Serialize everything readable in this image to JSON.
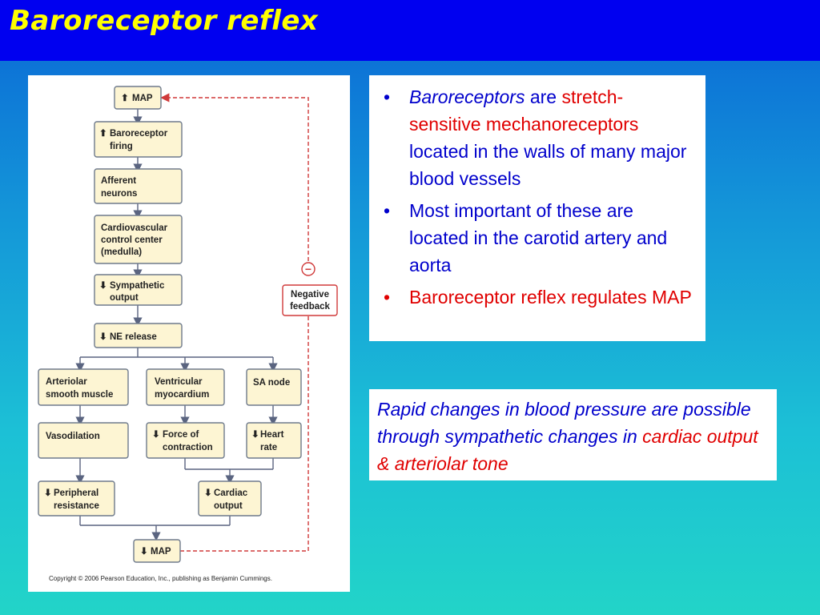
{
  "title": "Baroreceptor reflex",
  "diagram": {
    "boxes": {
      "map_top": "MAP",
      "baro1": "Baroreceptor",
      "baro2": "firing",
      "aff1": "Afferent",
      "aff2": "neurons",
      "cv1": "Cardiovascular",
      "cv2": "control center",
      "cv3": "(medulla)",
      "symp1": "Sympathetic",
      "symp2": "output",
      "ne": "NE release",
      "art1": "Arteriolar",
      "art2": "smooth muscle",
      "vent1": "Ventricular",
      "vent2": "myocardium",
      "sa": "SA node",
      "vaso": "Vasodilation",
      "force1": "Force of",
      "force2": "contraction",
      "heart1": "Heart",
      "heart2": "rate",
      "periph1": "Peripheral",
      "periph2": "resistance",
      "cardiac1": "Cardiac",
      "cardiac2": "output",
      "map_bottom": "MAP",
      "neg1": "Negative",
      "neg2": "feedback"
    },
    "minus_symbol": "−",
    "up_arrow": "⬆",
    "down_arrow": "⬇",
    "copyright": "Copyright © 2006 Pearson Education, Inc., publishing as Benjamin Cummings."
  },
  "bullets": [
    {
      "part1": "Baroreceptors",
      "part2": " are ",
      "part3": "stretch-sensitive mechanoreceptors",
      "part4": " located in the walls of many major blood vessels"
    },
    {
      "text": "Most important of these are located in the carotid artery and aorta"
    },
    {
      "text": "Baroreceptor reflex regulates MAP"
    }
  ],
  "bullet_symbol": "•",
  "rapid": {
    "part1": "Rapid changes in blood pressure are possible through sympathetic changes",
    "part2": " in ",
    "part3": "cardiac output & arteriolar tone"
  },
  "colors": {
    "title_text": "#ffff00",
    "title_bar": "#0000f0",
    "body_text": "#0000cc",
    "highlight": "#e00000",
    "box_fill": "#fdf5d3",
    "feedback_line": "#d03a3a"
  }
}
